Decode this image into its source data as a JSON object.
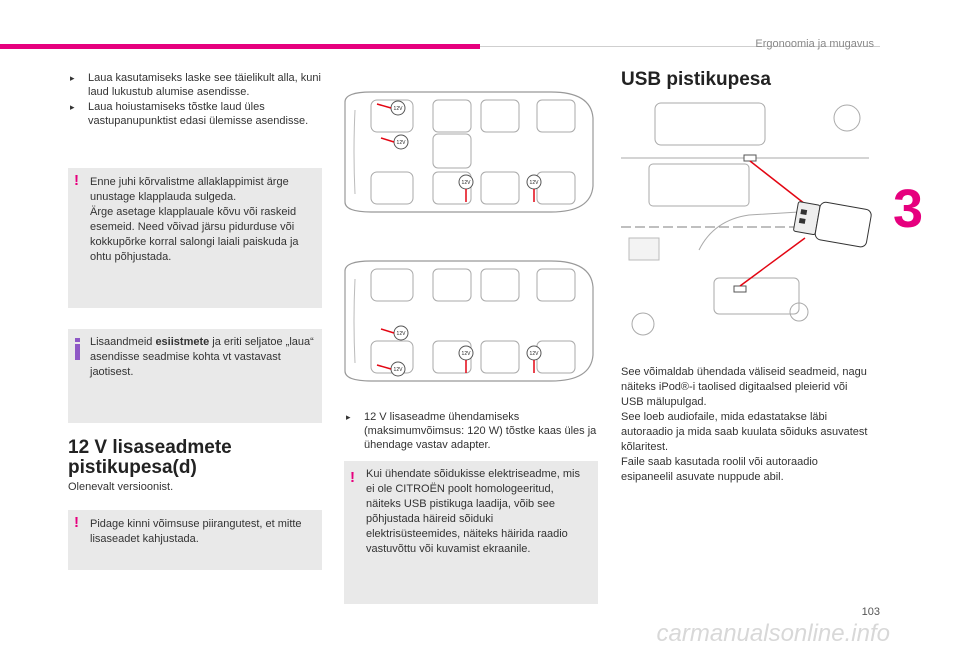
{
  "header": {
    "section_title": "Ergonoomia ja mugavus",
    "chapter_number": "3",
    "page_number": "103"
  },
  "left_column": {
    "bullets": [
      "Laua kasutamiseks laske see täielikult alla, kuni laud lukustub alumise asendisse.",
      "Laua hoiustamiseks tõstke laud üles vastupanupunktist edasi ülemisse asendisse."
    ],
    "warning_1": "Enne juhi kõrvalistme allaklappimist ärge unustage klapplauda sulgeda.\nÄrge asetage klapplauale kõvu või raskeid esemeid. Need võivad järsu pidurduse või kokkupõrke korral salongi laiali paiskuda ja ohtu põhjustada.",
    "info_before": "Lisaandmeid ",
    "info_bold": "esiistmete",
    "info_after": " ja eriti seljatoe „laua“ asendisse seadmise kohta vt vastavast jaotisest.",
    "heading": "12 V lisaseadmete pistikupesa(d)",
    "intro": "Olenevalt versioonist.",
    "warning_2": "Pidage kinni võimsuse piirangutest, et mitte lisaseadet kahjustada."
  },
  "middle_column": {
    "socket_label": "12V",
    "bullet": "12 V lisaseadme ühendamiseks (maksimumvõimsus: 120 W) tõstke kaas üles ja ühendage vastav adapter.",
    "warning": "Kui ühendate sõidukisse elektriseadme, mis ei ole CITROËN poolt homologeeritud, näiteks USB pistikuga laadija, võib see põhjustada häireid sõiduki elektrisüsteemides, näiteks häirida raadio vastuvõttu või kuvamist ekraanile."
  },
  "right_column": {
    "heading": "USB pistikupesa",
    "body": "See võimaldab ühendada väliseid seadmeid, nagu näiteks iPod®-i taolised digitaalsed pleierid või USB mälupulgad.\nSee loeb audiofaile, mida edastatakse läbi autoraadio ja mida saab kuulata sõiduks asuvatest kõlaritest.\nFaile saab kasutada roolil või autoraadio esipaneelil asuvate nuppude abil."
  },
  "footer": {
    "watermark": "carmanualsonline.info"
  },
  "colors": {
    "accent": "#e6007e",
    "info": "#8f59c6",
    "box": "#e9e9e9"
  },
  "icons": [
    "warning-icon",
    "info-icon",
    "bullet-arrow-icon"
  ]
}
